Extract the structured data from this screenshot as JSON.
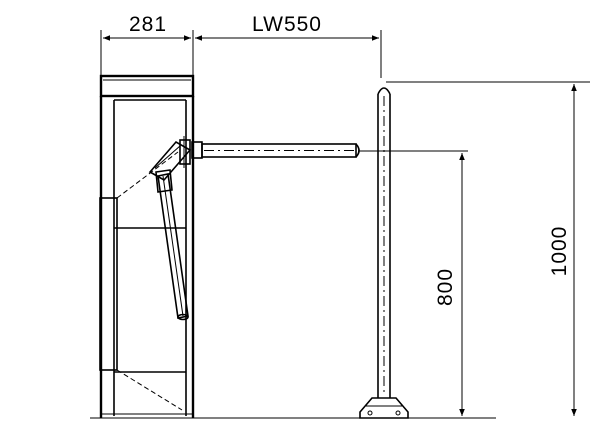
{
  "dimensions": {
    "post_depth": "281",
    "arm_length": "LW550",
    "arm_height": "800",
    "total_height": "1000"
  }
}
